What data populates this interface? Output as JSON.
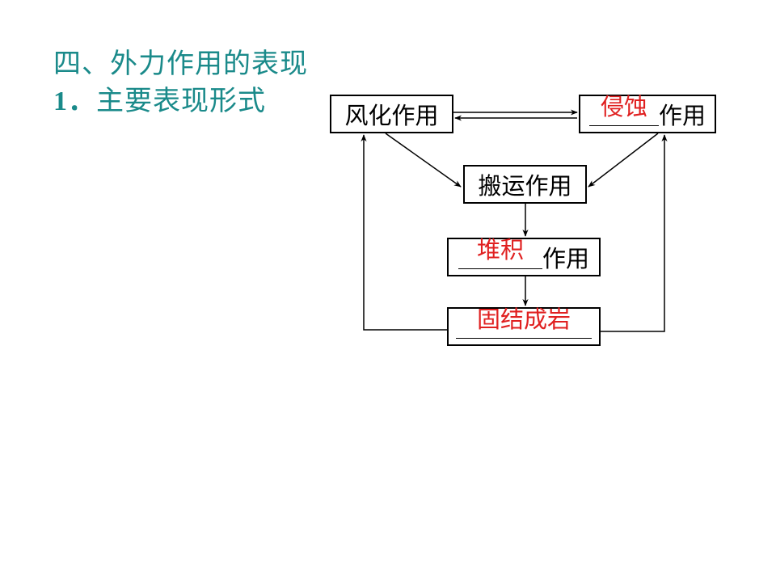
{
  "heading": {
    "line1": "四、外力作用的表现",
    "line2_number": "1．",
    "line2_text": "主要表现形式"
  },
  "diagram": {
    "weathering": "风化作用",
    "erosion_blank": "侵蚀",
    "erosion_suffix": "作用",
    "transport": "搬运作用",
    "deposition_blank": "堆积",
    "deposition_suffix": "作用",
    "lithification_blank": "固结成岩"
  },
  "colors": {
    "heading": "#1a8a8a",
    "answer": "#e02020",
    "line": "#000000"
  }
}
